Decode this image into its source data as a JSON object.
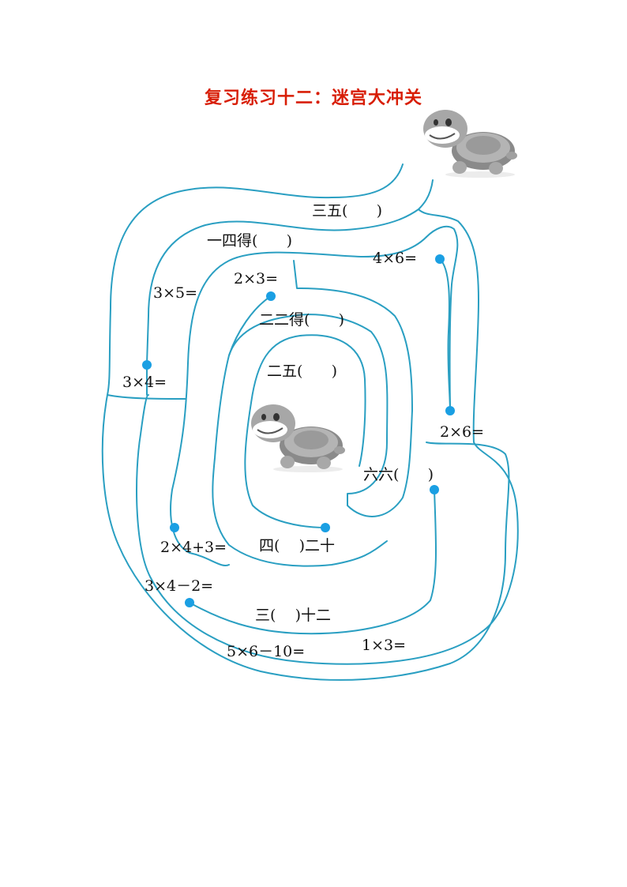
{
  "title": "复习练习十二：迷宫大冲关",
  "colors": {
    "title": "#d81e06",
    "maze_line": "#2a9fc2",
    "dot": "#1a9fe3"
  },
  "labels": {
    "sanwu": "三五(      )",
    "yisidei": "一四得(      )",
    "four_times_six": "4×6=",
    "three_times_five": "3×5=",
    "two_times_three": "2×3=",
    "erer_dei": "二二得(      )",
    "three_times_four": "3×4=",
    "erwu": "二五(      )",
    "two_times_six": "2×6=",
    "liuliu": "六六(      )",
    "two_four_three": "2×4+3=",
    "si_ershi": "四(    )二十",
    "three_four_minus_two": "3×4－2=",
    "san_shier": "三(    )十二",
    "five_six_minus_ten": "5×6－10=",
    "one_times_three": "1×3="
  },
  "icons": {
    "start_turtle": "turtle-icon",
    "center_turtle": "turtle-icon"
  }
}
